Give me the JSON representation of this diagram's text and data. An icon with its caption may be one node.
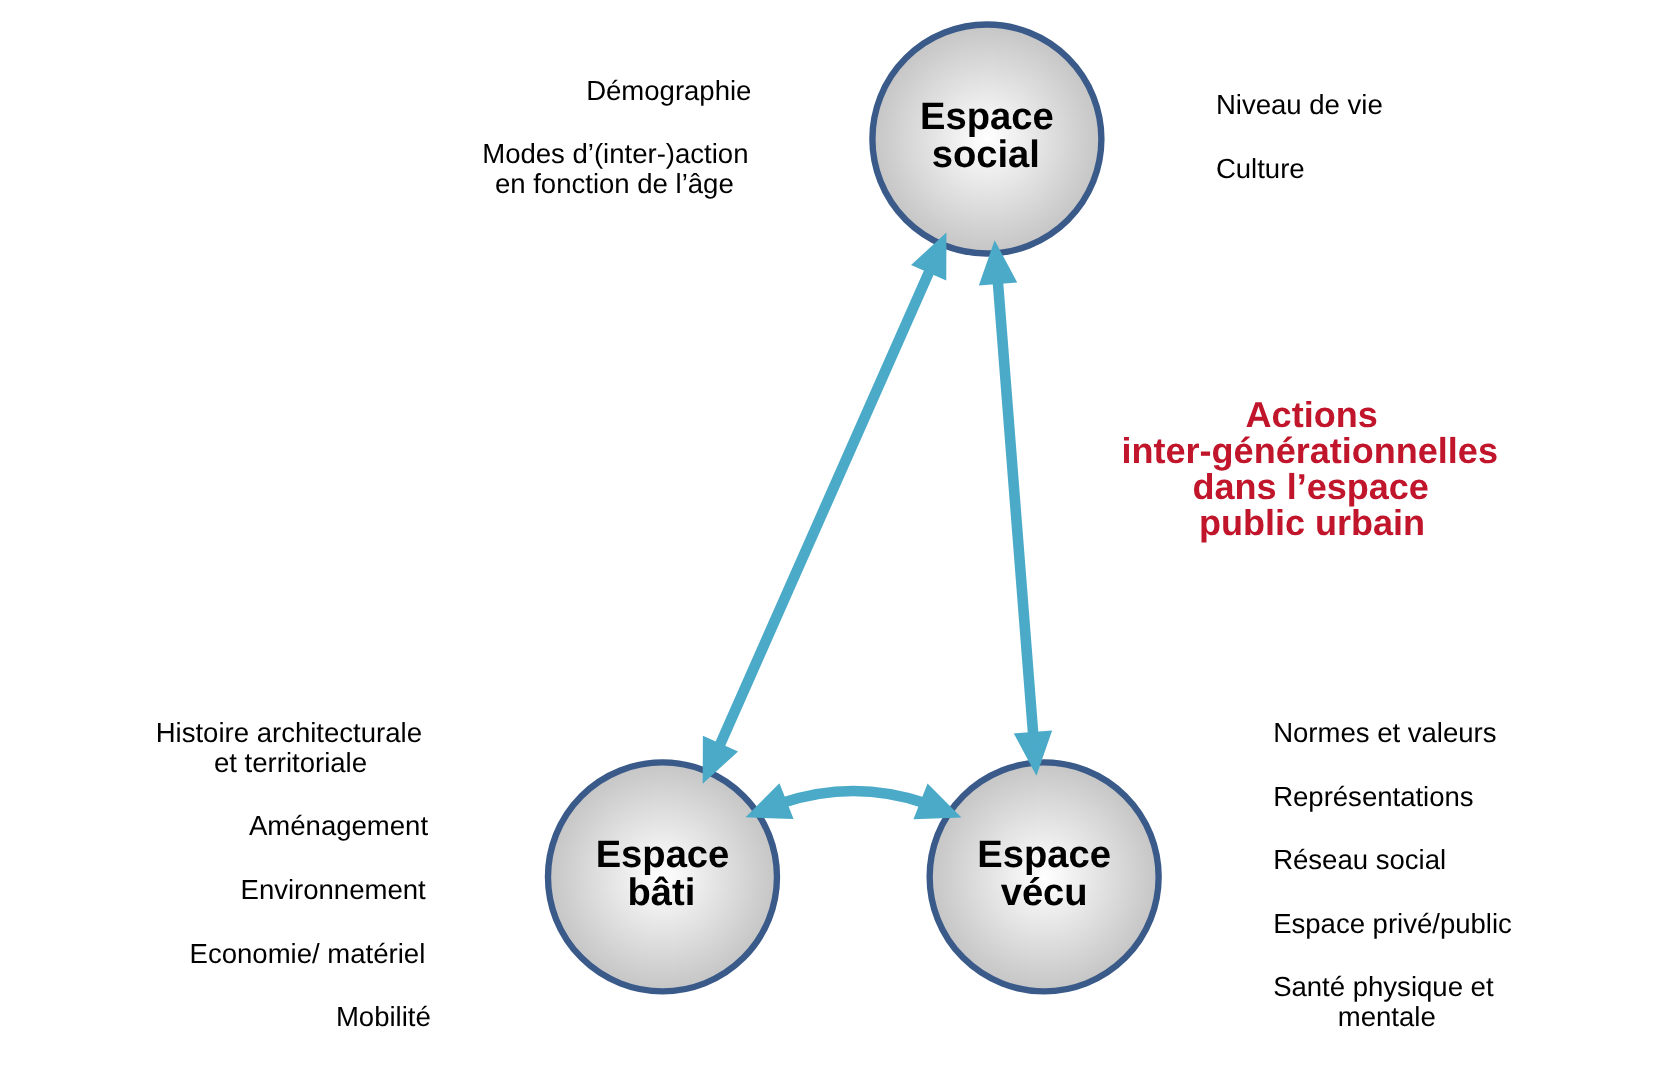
{
  "diagram": {
    "nodes": [
      {
        "text": [
          "Espace social"
        ],
        "beside": [
          "Démographie",
          "Modes d’(inter-)action en fonction de l’âge",
          "Niveau de vie",
          "Culture"
        ]
      },
      {
        "text": [
          "Espace bâti"
        ],
        "beside": [
          "Histoire architecturale et territoriale",
          "Aménagement",
          "Environnement",
          "Economie/ matériel",
          "Mobilité"
        ]
      },
      {
        "text": [
          "Espace vécu"
        ],
        "beside": [
          "Normes et valeurs",
          "Représentations",
          "Réseau social",
          "Espace privé/public",
          "Santé physique et mentale"
        ]
      }
    ],
    "edges": [
      {
        "from": 0,
        "to": 1,
        "arrow": "both"
      },
      {
        "from": 0,
        "to": 2,
        "arrow": "both"
      },
      {
        "from": 1,
        "to": 2,
        "arrow": "both"
      }
    ],
    "labels": [
      "Actions inter-générationnelles dans l’espace public urbain"
    ]
  }
}
